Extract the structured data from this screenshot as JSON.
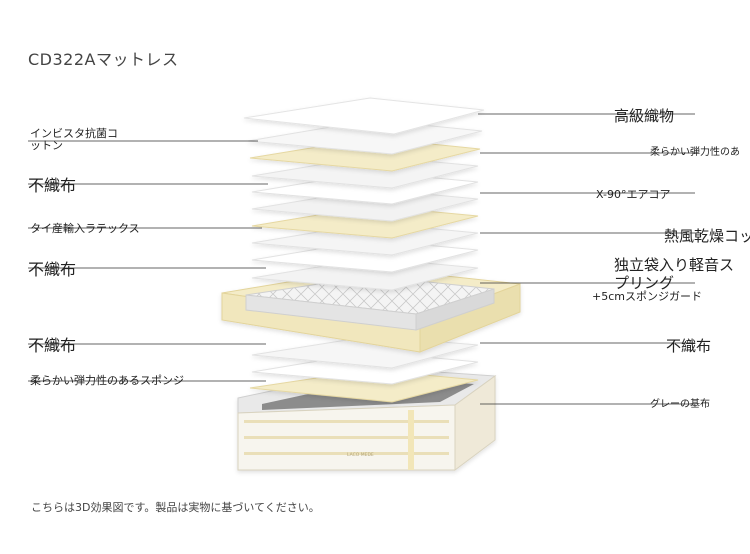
{
  "title": "CD322Aマットレス",
  "caption": "こちらは3D効果図です。製品は実物に基づいてください。",
  "labels": {
    "left": {
      "antibacterial_cotton_line1": "インビスタ抗菌コ",
      "antibacterial_cotton_line2": "ットン",
      "nonwoven_1": "不織布",
      "thai_latex": "タイ産輸入ラテックス",
      "nonwoven_2": "不織布",
      "nonwoven_3": "不織布",
      "soft_sponge": "柔らかい弾力性のあるスポンジ"
    },
    "right": {
      "fabric": "高級織物",
      "soft_elastic": "柔らかい弾力性のあ",
      "x90_core": "X-90°エアコア",
      "hot_air_dried": "熱風乾燥コッ",
      "pocket_spring_line1": "独立袋入り軽音ス",
      "pocket_spring_line2": "プリング",
      "sponge_guard": "+5cmスポンジガード",
      "nonwoven_right": "不織布",
      "gray_base": "グレーの基布"
    }
  },
  "base_logo_text": "LACO MEDE",
  "colors": {
    "white_layer": "#ffffff",
    "gray_layer": "#ececec",
    "cream_layer": "#f4ecc8",
    "cream_edge": "#e6d8a2",
    "spring_core": "#eeeeee",
    "base_gray": "#8c8c8c",
    "leader_line": "#333333"
  }
}
